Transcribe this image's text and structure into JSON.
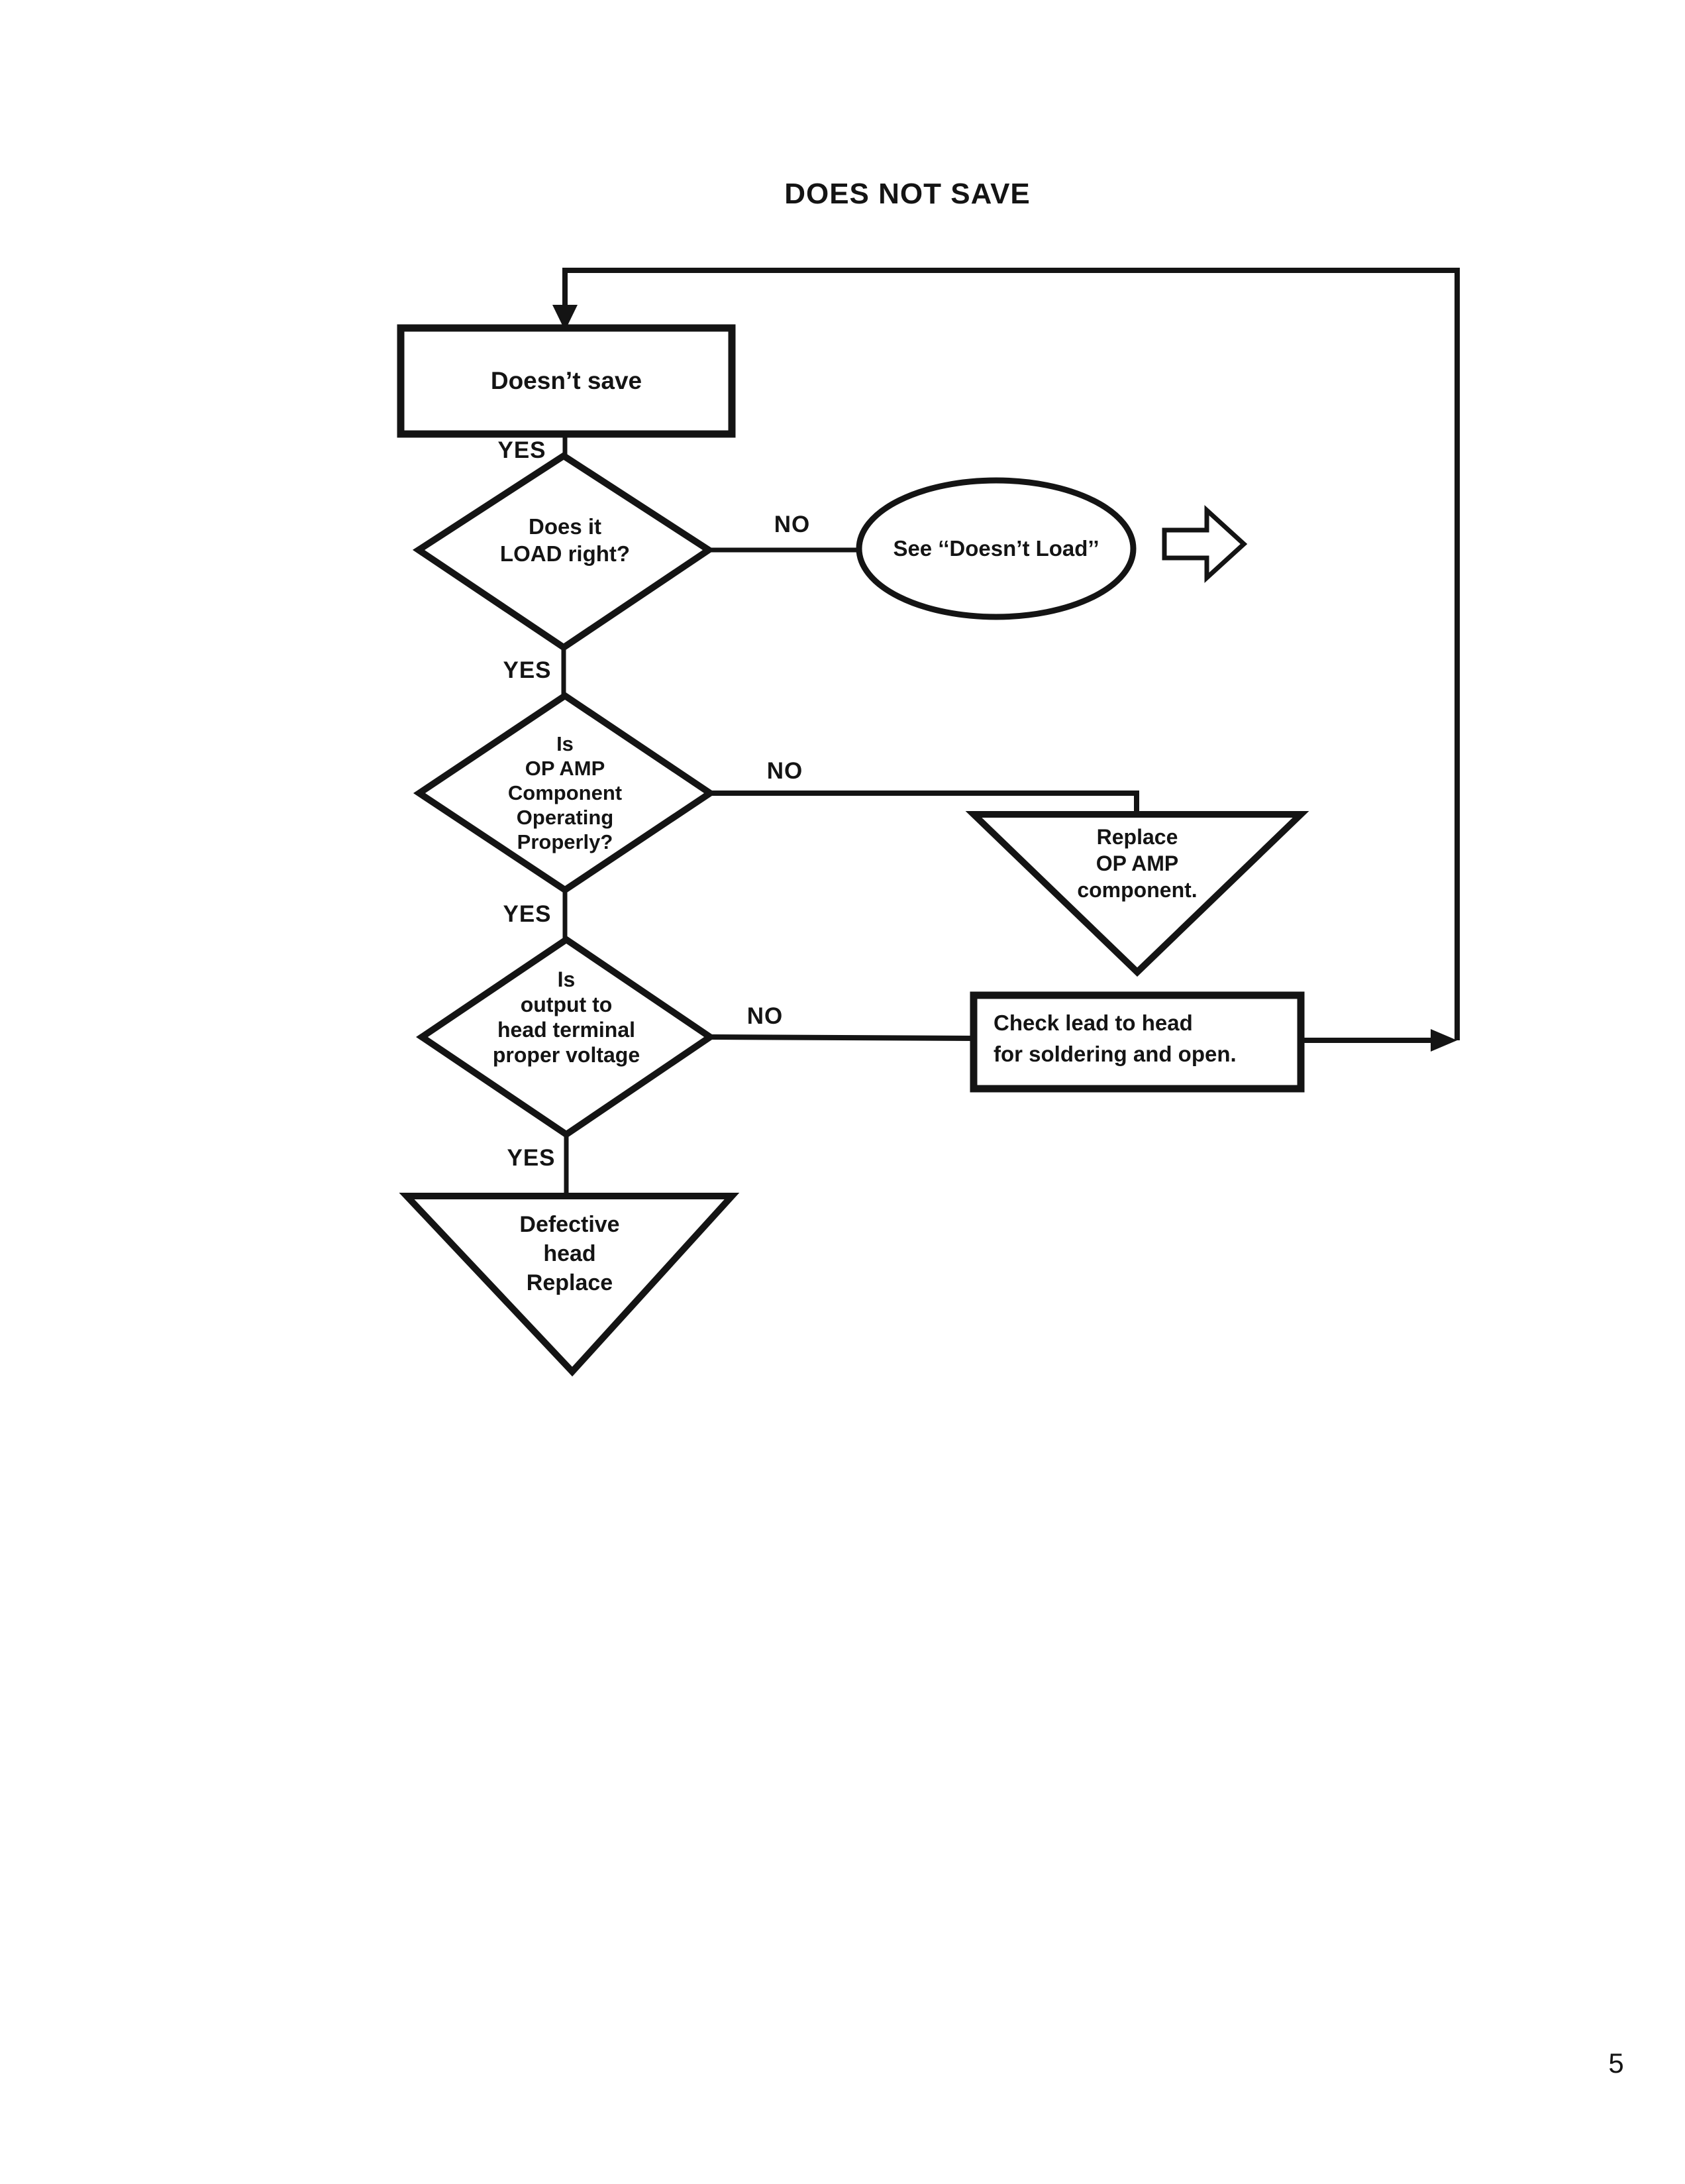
{
  "page": {
    "title": "DOES NOT SAVE",
    "page_number": "5"
  },
  "colors": {
    "ink": "#141414",
    "paper": "#ffffff"
  },
  "flowchart": {
    "start": {
      "label": "Doesn’t save"
    },
    "decision_load": {
      "text": "Does it\nLOAD right?"
    },
    "ref_doesnt_load": {
      "text": "See ‘‘Doesn’t Load’’"
    },
    "decision_opamp": {
      "text": "Is\nOP AMP\nComponent\nOperating\nProperly?"
    },
    "action_replace_opamp": {
      "text": "Replace\nOP AMP\ncomponent."
    },
    "decision_voltage": {
      "text": "Is\noutput to\nhead terminal\nproper voltage"
    },
    "action_check_lead": {
      "text": "Check lead to head\nfor soldering and open."
    },
    "action_replace_head": {
      "text": "Defective\nhead\nReplace"
    },
    "labels": {
      "yes1": "YES",
      "yes2": "YES",
      "yes3": "YES",
      "yes4": "YES",
      "no1": "NO",
      "no2": "NO",
      "no3": "NO"
    }
  }
}
